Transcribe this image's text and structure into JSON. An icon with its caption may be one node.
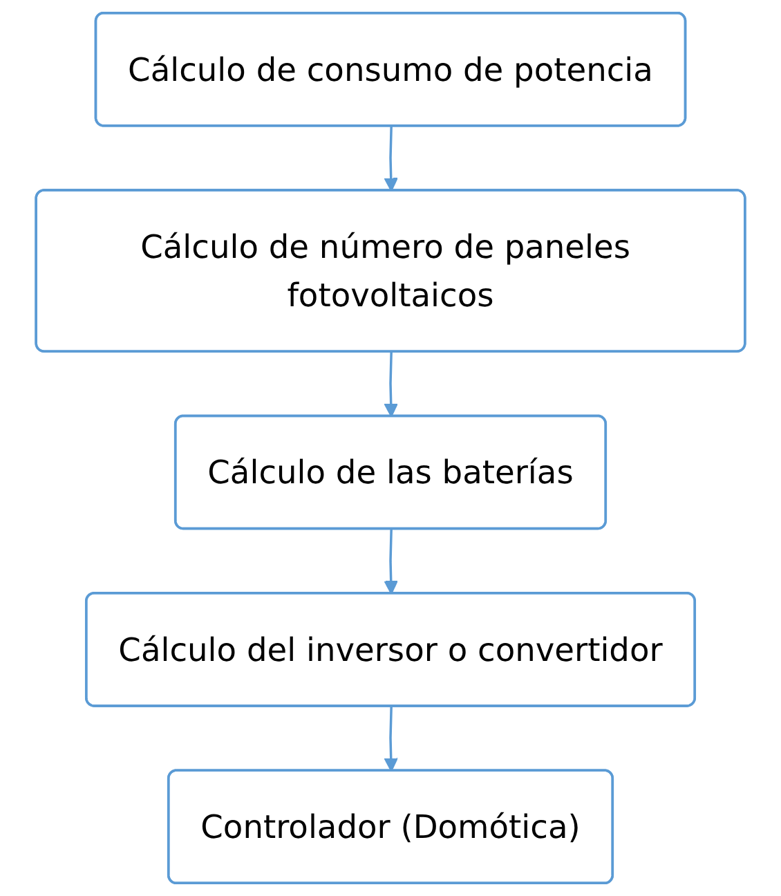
{
  "diagram": {
    "nodes": [
      {
        "text": [
          "Cálculo de consumo de potencia"
        ]
      },
      {
        "text": [
          "Cálculo de número de paneles fotovoltaicos"
        ]
      },
      {
        "text": [
          "Cálculo de las baterías"
        ]
      },
      {
        "text": [
          "Cálculo del inversor o convertidor"
        ]
      },
      {
        "text": [
          "Controlador (Domótica)"
        ]
      }
    ],
    "edges": [
      {
        "from": 0,
        "to": 1,
        "arrow": "to"
      },
      {
        "from": 1,
        "to": 2,
        "arrow": "to"
      },
      {
        "from": 2,
        "to": 3,
        "arrow": "to"
      },
      {
        "from": 3,
        "to": 4,
        "arrow": "to"
      }
    ]
  }
}
